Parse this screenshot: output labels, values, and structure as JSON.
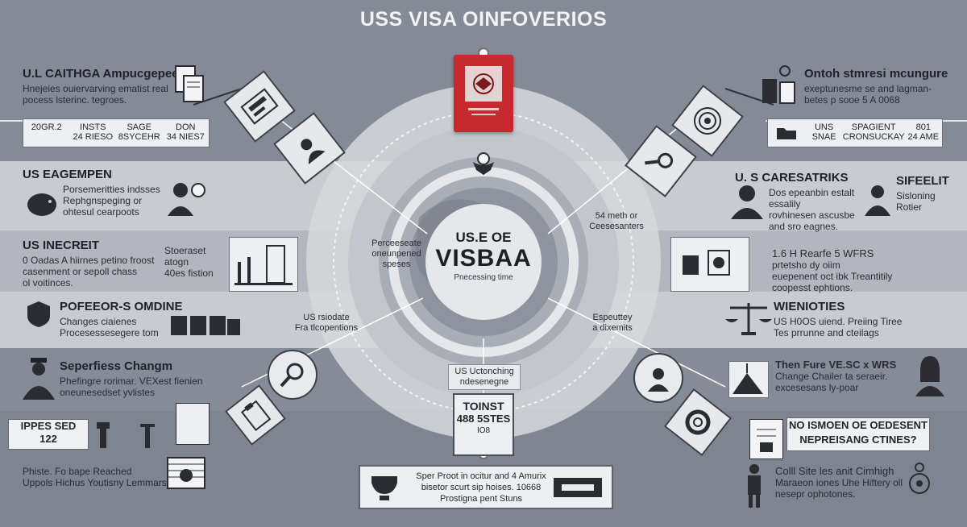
{
  "title": "USS VISA OINFOVERIOS",
  "center": {
    "line1": "US.E OE",
    "line2": "VISBAA",
    "line3": "Pnecessing time"
  },
  "ring_labels": {
    "left_upper": "Perceeseate\noneunpened\nspeses",
    "right_upper": "54 meth or\nCeesesanters",
    "left_lower": "US rsiodate\nFra tlcopentions",
    "right_lower": "Espeuttey\na dixemits",
    "bottom_caption": "US Uctonching\nndesenegne"
  },
  "toinst_box": {
    "a": "TOINST",
    "b": "488 5STES",
    "c": "IO8"
  },
  "bottom_box": {
    "text": "Sper Proot in ocitur and 4 Amurix\nbisetor scurt sip hoises. 10668\nProstigna pent Stuns"
  },
  "left": [
    {
      "heading": "U.L CAITHGA  Ampucgepee",
      "text": "Hnejeies ouiervarving ematist real\npocess lsterinc. tegroes.",
      "stats": [
        {
          "top": "",
          "bottom": "20GR.2"
        },
        {
          "top": "INSTS",
          "bottom": "24 RIESO"
        },
        {
          "top": "SAGE",
          "bottom": "8SYCEHR"
        },
        {
          "top": "DON",
          "bottom": "34 NIES7"
        }
      ]
    },
    {
      "heading": "US EAGEMPEN",
      "text": "Porsemeritties indsses\nRephgnspeging or\nohtesul cearpoots"
    },
    {
      "heading": "US INECREIT",
      "text": "0 Oadas A hiirnes petino froost\ncasenment or sepoll chass\nol voitinces.",
      "side": "Stoeraset atogn\n40es fistion"
    },
    {
      "heading": "POFEEOR-S OMDINE",
      "text": "Changes ciaienes\nProcesessesegere tom"
    },
    {
      "heading": "Seperfiess Changm",
      "text": "Phefingre rorimar. VEXest fienien\noneunesedset yvlistes"
    },
    {
      "sign": "IPPES SED\n122",
      "heading": "",
      "text": "Phiste. Fo bape Reached\nUppols Hichus Youtisny Lemmars"
    }
  ],
  "right": [
    {
      "heading": "Ontoh stmresi mcungure",
      "text": "exeptunesme se and lagman-\nbetes p sooe 5 A 0068",
      "stats": [
        {
          "top": "",
          "bottom": ""
        },
        {
          "top": "UNS",
          "bottom": "SNAE"
        },
        {
          "top": "SPAGIENT",
          "bottom": "CRONSUCKAY"
        },
        {
          "top": "801",
          "bottom": "24 AME"
        }
      ]
    },
    {
      "heading": "U. S  CARESATRIKS",
      "text": "Dos epeanbin estalt essalily\nrovhinesen ascusbe\nand sro eagnes.",
      "side_heading": "SIFEELIT",
      "side_text": "Sisloning\nRotier"
    },
    {
      "heading": "1.6 H  Rearfe 5 WFRS",
      "text": "prtetsho dy oiim\neuepenent oct ibk Treantitily\ncoopesst ephtions."
    },
    {
      "heading": "WIENIOTIES",
      "text": "US H0OS uiend. Preiing Tiree\nTes prrunne and cteilags"
    },
    {
      "heading": "Then Fure VE.SC x WRS",
      "text": "Change Chailer ta seraeir.\nexcesesans ly-poar"
    },
    {
      "sign": "NO ISMOEN OE OEDESENT\nNEPREISANG CTINES?",
      "heading": "Colll Site les anit Cimhigh",
      "text": "Maraeon iones Uhe Hiftery oll\nnesepr ophotones."
    }
  ],
  "icons": {
    "top_left_box": "news-board-icon",
    "passport": "passport-icon",
    "emblem": "eagle-emblem-icon",
    "target": "target-icon",
    "magnifier": "magnifier-icon"
  }
}
